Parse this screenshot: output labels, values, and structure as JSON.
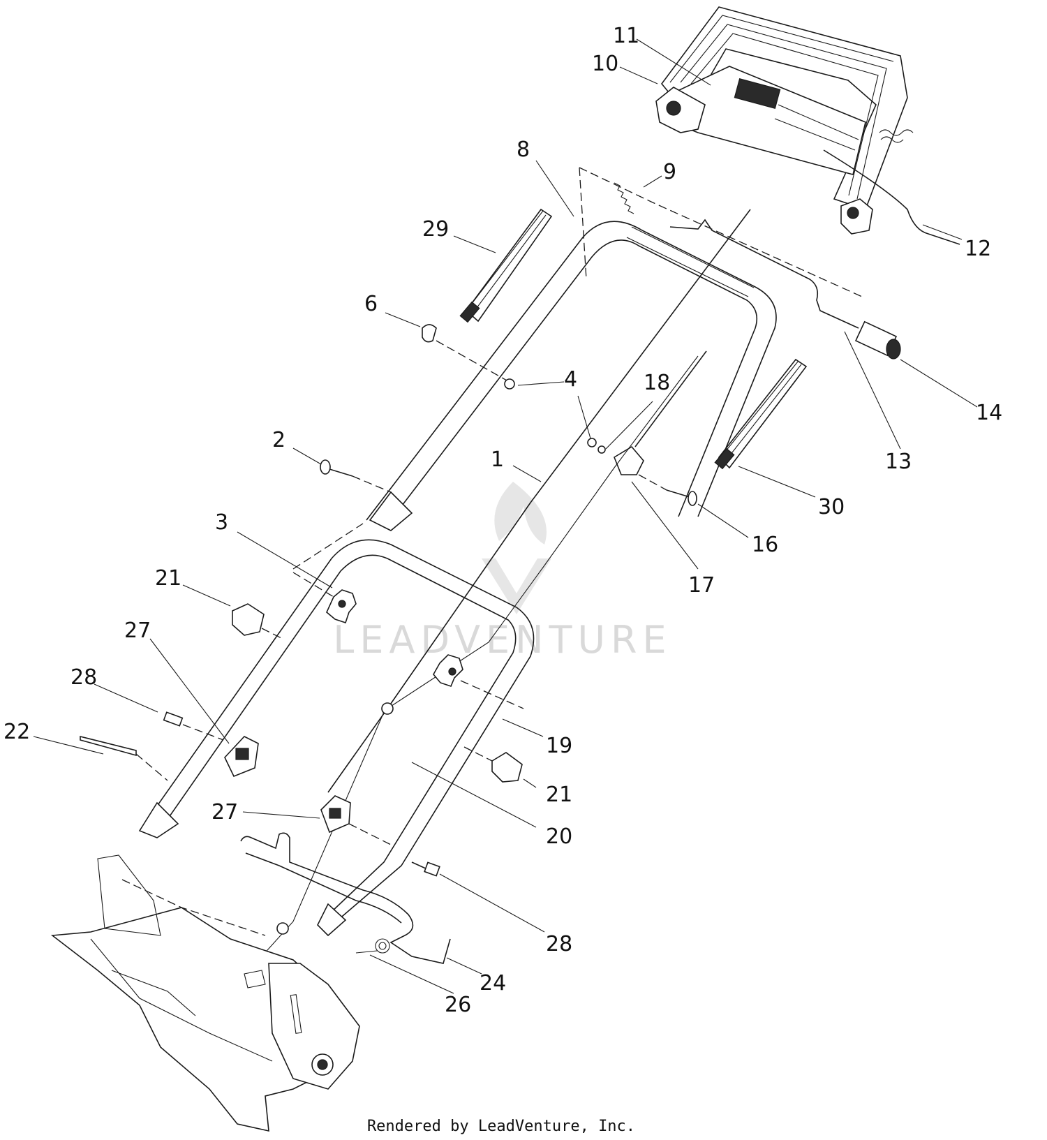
{
  "callouts": [
    {
      "id": "p1",
      "text": "1"
    },
    {
      "id": "p2",
      "text": "2"
    },
    {
      "id": "p3",
      "text": "3"
    },
    {
      "id": "p4a",
      "text": "4"
    },
    {
      "id": "p4b",
      "text": "4"
    },
    {
      "id": "p6",
      "text": "6"
    },
    {
      "id": "p8",
      "text": "8"
    },
    {
      "id": "p9",
      "text": "9"
    },
    {
      "id": "p10",
      "text": "10"
    },
    {
      "id": "p11",
      "text": "11"
    },
    {
      "id": "p12",
      "text": "12"
    },
    {
      "id": "p13",
      "text": "13"
    },
    {
      "id": "p14",
      "text": "14"
    },
    {
      "id": "p16",
      "text": "16"
    },
    {
      "id": "p17",
      "text": "17"
    },
    {
      "id": "p18",
      "text": "18"
    },
    {
      "id": "p19",
      "text": "19"
    },
    {
      "id": "p20",
      "text": "20"
    },
    {
      "id": "p21a",
      "text": "21"
    },
    {
      "id": "p21b",
      "text": "21"
    },
    {
      "id": "p22",
      "text": "22"
    },
    {
      "id": "p24",
      "text": "24"
    },
    {
      "id": "p26",
      "text": "26"
    },
    {
      "id": "p27a",
      "text": "27"
    },
    {
      "id": "p27b",
      "text": "27"
    },
    {
      "id": "p28a",
      "text": "28"
    },
    {
      "id": "p28b",
      "text": "28"
    },
    {
      "id": "p29",
      "text": "29"
    },
    {
      "id": "p30",
      "text": "30"
    }
  ],
  "footer_text": "Rendered by LeadVenture, Inc.",
  "watermark_text": "LEADVENTURE",
  "colors": {
    "line": "#1a1a1a",
    "background": "#ffffff",
    "watermark": "#d9d9d9"
  }
}
